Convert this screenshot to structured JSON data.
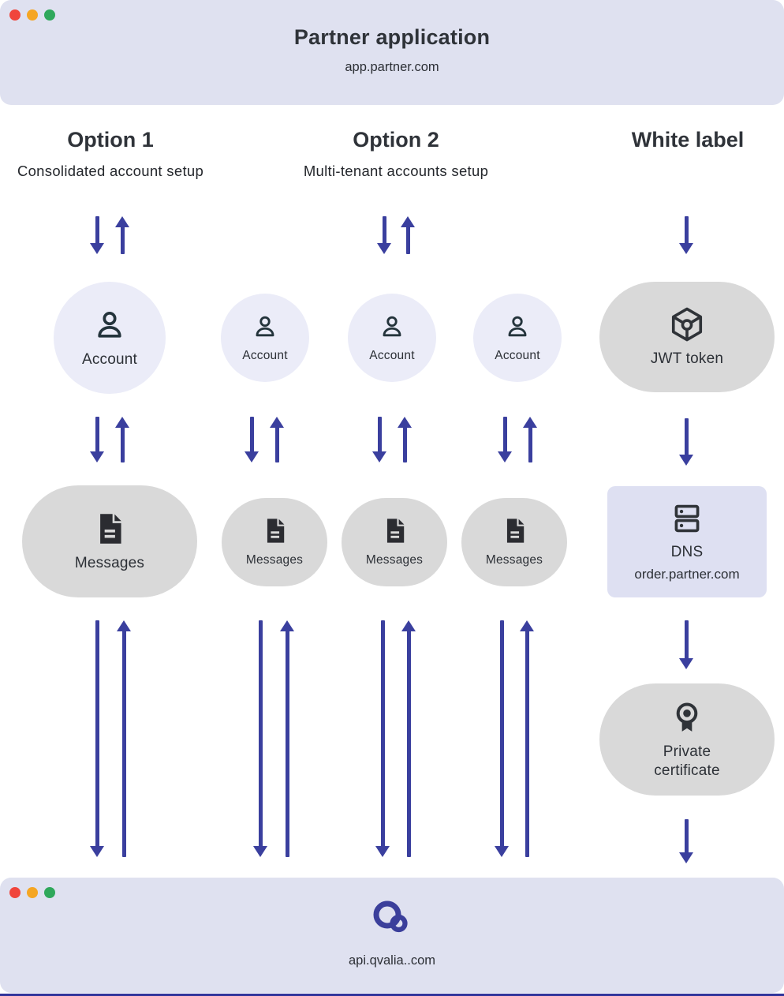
{
  "window_top": {
    "title": "Partner application",
    "domain": "app.partner.com"
  },
  "columns": {
    "option1": {
      "title": "Option 1",
      "subtitle": "Consolidated account setup"
    },
    "option2": {
      "title": "Option 2",
      "subtitle": "Multi-tenant accounts setup"
    },
    "white_label": {
      "title": "White label"
    }
  },
  "nodes": {
    "account_label": "Account",
    "messages_label": "Messages",
    "jwt_label": "JWT token",
    "dns_label": "DNS",
    "dns_domain": "order.partner.com",
    "certificate_label": "Private certificate"
  },
  "window_bottom": {
    "domain": "api.qvalia..com"
  },
  "icons": {
    "account": "person-icon",
    "messages": "document-icon",
    "jwt": "package-icon",
    "dns": "server-icon",
    "certificate": "award-icon",
    "logo": "qvalia-logo-icon"
  },
  "colors": {
    "arrow": "#3a3f9e",
    "window_bg": "#dfe1f0",
    "gray_node": "#d9d9d9",
    "lavender_node": "#ebecf8",
    "dns_node": "#dee0f2",
    "logo": "#3b3f9b",
    "dot_red": "#f0453c",
    "dot_yellow": "#f5a623",
    "dot_green": "#2fa85b",
    "text": "#32353b",
    "bottom_edge": "#30349b"
  }
}
